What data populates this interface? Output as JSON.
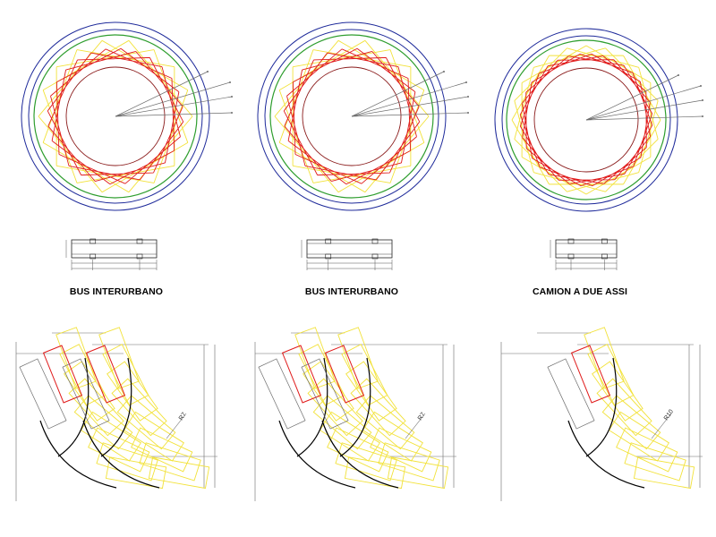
{
  "colors": {
    "outer_ring": "#1e2a9a",
    "envelope_circle": "#2f9e2f",
    "path_red": "#e01b1b",
    "path_yellow": "#f2e23a",
    "line_gray": "#6b6b6b",
    "line_black": "#000000"
  },
  "panels": [
    {
      "caption": "BUS INTERURBANO",
      "ring": {
        "turning_radius": "R7",
        "yellow_polygon_sides": 9,
        "red_polygon_sides": 14
      },
      "swept_path": {
        "radius_label": "R7",
        "vehicle_count": 2
      }
    },
    {
      "caption": "BUS INTERURBANO",
      "ring": {
        "turning_radius": "R7",
        "yellow_polygon_sides": 9,
        "red_polygon_sides": 14
      },
      "swept_path": {
        "radius_label": "R7",
        "vehicle_count": 2
      }
    },
    {
      "caption": "CAMION A DUE ASSI",
      "ring": {
        "turning_radius": "R10",
        "yellow_polygon_sides": 12,
        "red_polygon_sides": 18
      },
      "swept_path": {
        "radius_label": "R10",
        "vehicle_count": 1
      }
    }
  ]
}
